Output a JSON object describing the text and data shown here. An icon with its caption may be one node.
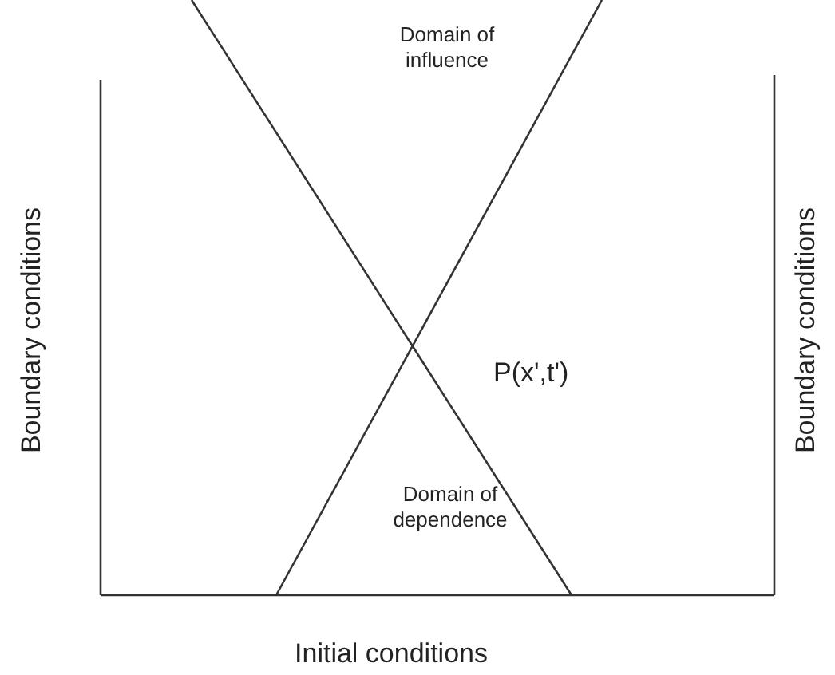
{
  "diagram": {
    "labels": [
      "Domain of influence",
      "Boundary conditions",
      "Boundary conditions",
      "P(x',t')",
      "Domain of dependence",
      "Initial conditions"
    ]
  }
}
